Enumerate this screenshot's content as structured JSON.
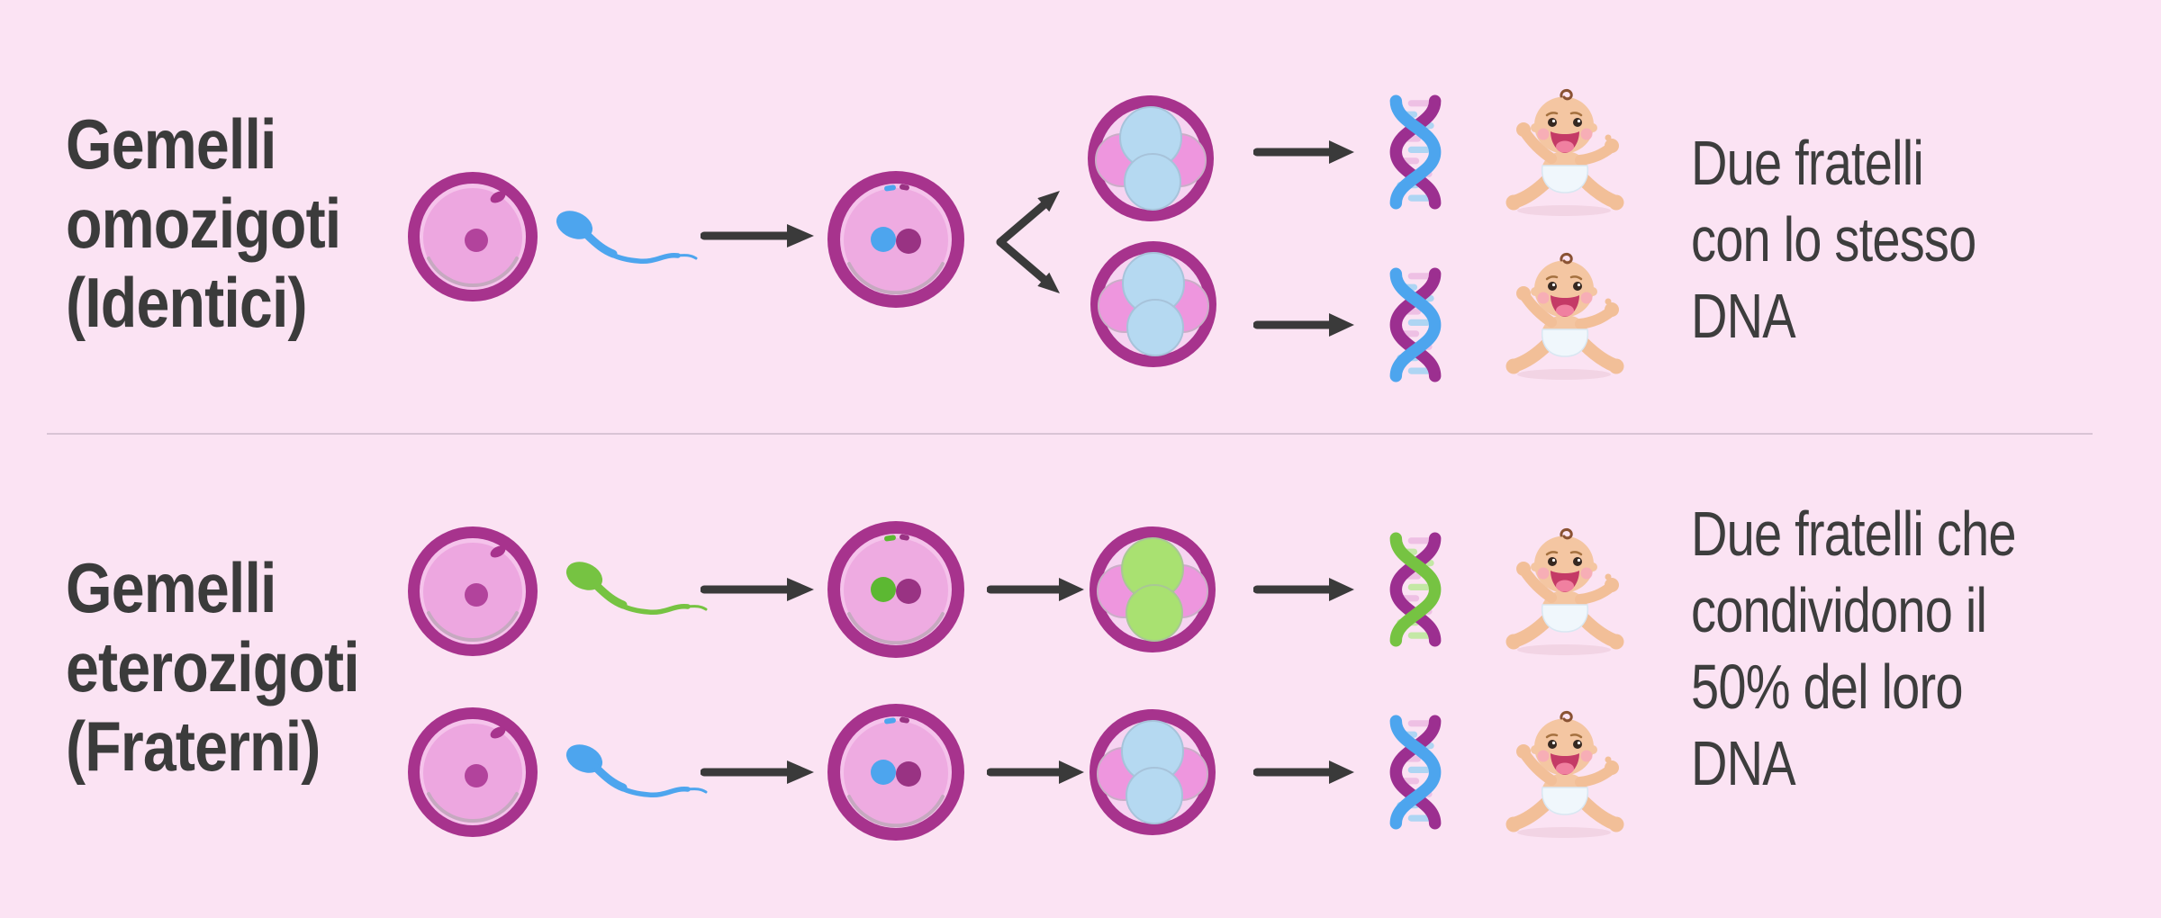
{
  "sections": [
    {
      "id": "monozygotic",
      "title_lines": [
        "Gemelli",
        "omozigoti",
        "(Identici)"
      ],
      "caption_lines": [
        "Due fratelli",
        "con lo stesso",
        "DNA"
      ]
    },
    {
      "id": "dizygotic",
      "title_lines": [
        "Gemelli",
        "eterozigoti",
        "(Fraterni)"
      ],
      "caption_lines": [
        "Due fratelli che",
        "condividono il",
        "50% del loro",
        "DNA"
      ]
    }
  ],
  "colors": {
    "background": "#fbe3f3",
    "text": "#3b3b3b",
    "egg_ring": "#a7338d",
    "egg_fill": "#eda7e0",
    "egg_rim_light": "#f5c3eb",
    "egg_nucleus": "#b2439c",
    "pronucleus_magenta": "#993383",
    "sperm_blue": "#4da5ee",
    "sperm_green": "#76c342",
    "dna_purple": "#9c2f90",
    "dna_rung_blue": "#aed5f3",
    "dna_rung_pink": "#eec0e4",
    "dna_rung_green": "#c4e8a6",
    "embryo_cell_blue": "#b5d9f1",
    "embryo_cell_green": "#a9e171",
    "embryo_cell_pink": "#ee96de",
    "arrow": "#3a3a3a",
    "divider": "#d9c4d5",
    "baby_skin": "#f4c6a2",
    "diaper": "#f0f7fc"
  },
  "icons": [
    "egg-cell-icon",
    "sperm-icon",
    "fertilized-egg-icon",
    "split-arrow-icon",
    "embryo-icon",
    "arrow-icon",
    "dna-icon",
    "baby-icon"
  ]
}
